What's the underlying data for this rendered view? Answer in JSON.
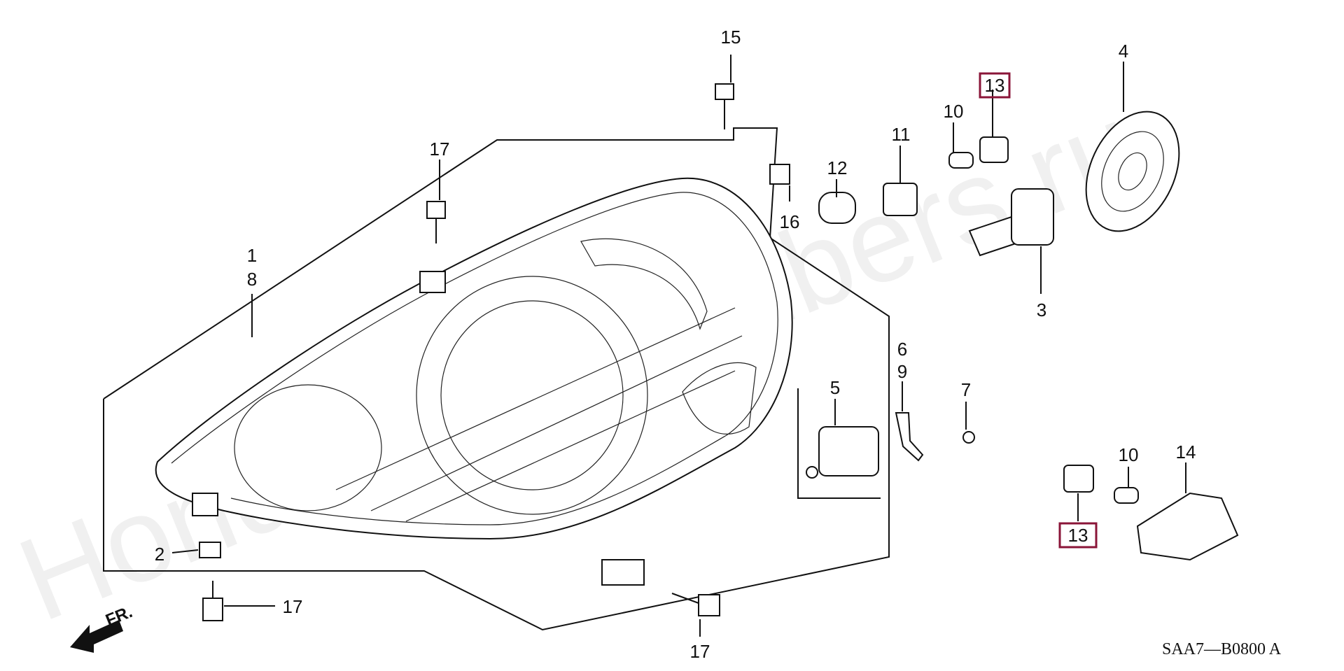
{
  "watermark": "HondaPartNumbers.ru",
  "diagram_code": "SAA7—B0800 A",
  "direction_label": "FR.",
  "callouts": [
    {
      "id": "c1",
      "text": "1"
    },
    {
      "id": "c8",
      "text": "8"
    },
    {
      "id": "c2",
      "text": "2"
    },
    {
      "id": "c3",
      "text": "3"
    },
    {
      "id": "c4",
      "text": "4"
    },
    {
      "id": "c5",
      "text": "5"
    },
    {
      "id": "c6",
      "text": "6"
    },
    {
      "id": "c9",
      "text": "9"
    },
    {
      "id": "c7",
      "text": "7"
    },
    {
      "id": "c10a",
      "text": "10"
    },
    {
      "id": "c10b",
      "text": "10"
    },
    {
      "id": "c11",
      "text": "11"
    },
    {
      "id": "c12",
      "text": "12"
    },
    {
      "id": "c13a",
      "text": "13"
    },
    {
      "id": "c13b",
      "text": "13"
    },
    {
      "id": "c14",
      "text": "14"
    },
    {
      "id": "c15",
      "text": "15"
    },
    {
      "id": "c16",
      "text": "16"
    },
    {
      "id": "c17a",
      "text": "17"
    },
    {
      "id": "c17b",
      "text": "17"
    },
    {
      "id": "c17c",
      "text": "17"
    }
  ],
  "highlighted_callouts": [
    "13"
  ],
  "colors": {
    "highlight": "#8a1538",
    "ink": "#111111",
    "watermark": "#000000"
  }
}
